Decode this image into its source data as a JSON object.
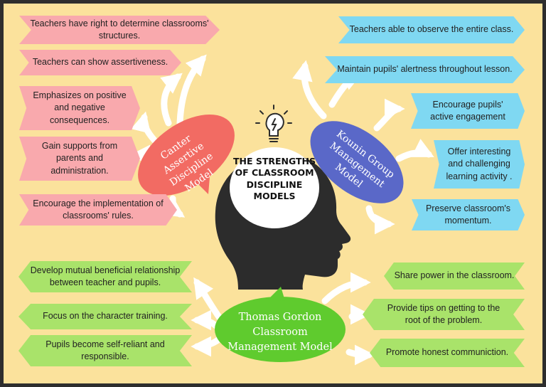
{
  "title": "THE STRENGTHS OF CLASSROOM DISCIPLINE MODELS",
  "models": {
    "canter": "Canter Assertive Discipline Model",
    "kounin": "Kounin Group Management Model",
    "gordon": "Thomas Gordon Classroom Management Model"
  },
  "canter_items": [
    "Teachers have right to determine classrooms' structures.",
    "Teachers can show assertiveness.",
    "Emphasizes on positive and negative consequences.",
    "Gain supports from parents and administration.",
    "Encourage the implementation of classrooms' rules."
  ],
  "kounin_items": [
    "Teachers able to observe the entire class.",
    "Maintain pupils' alertness throughout lesson.",
    "Encourage pupils' active engagement",
    "Offer interesting and challenging learning activity .",
    "Preserve classroom's momentum."
  ],
  "gordon_items": [
    "Develop mutual beneficial relationship between teacher and pupils.",
    "Focus on the character training.",
    "Pupils become self-reliant and responsible.",
    "Share power in the classroom.",
    "Provide tips on getting to the root of the problem.",
    "Promote honest communiction."
  ],
  "colors": {
    "background": "#fbe29c",
    "frame": "#2e2e2e",
    "canter_bubble": "#f26b63",
    "canter_box": "#f9a9ad",
    "kounin_bubble": "#5a68c8",
    "kounin_box": "#7fd8f2",
    "gordon_bubble": "#5fcb2e",
    "gordon_box": "#a9e36a",
    "head": "#2c2c2c"
  },
  "icons": [
    "light-bulb-icon",
    "head-silhouette-icon",
    "curved-arrow-icon"
  ]
}
